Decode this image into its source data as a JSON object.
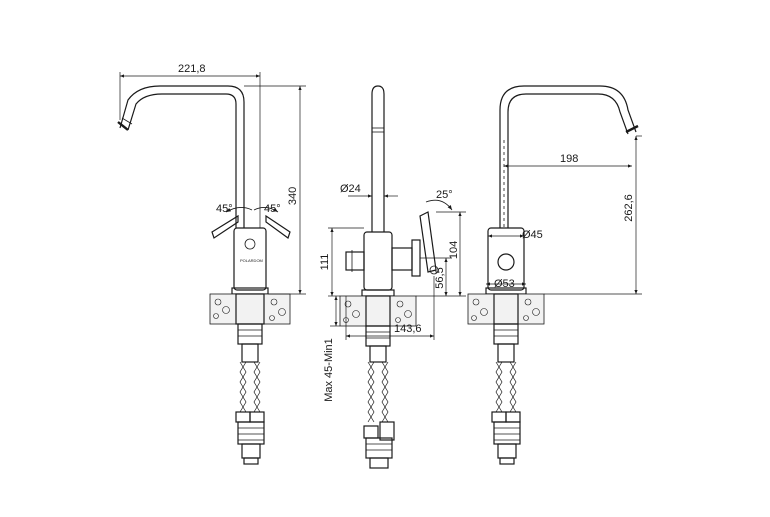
{
  "brand": "POLARDOM",
  "dimensions": {
    "width_spout": "221,8",
    "height_total": "340",
    "angle_left": "45°",
    "angle_right": "45°",
    "diameter_spout": "Ø24",
    "angle_handle": "25°",
    "height_body": "111",
    "height_handle": "104",
    "height_inlet": "56,5",
    "depth": "143,6",
    "mount_thickness": "Max 45-Min1",
    "reach": "198",
    "height_outlet": "262,6",
    "diameter_body": "Ø45",
    "diameter_base": "Ø53"
  }
}
